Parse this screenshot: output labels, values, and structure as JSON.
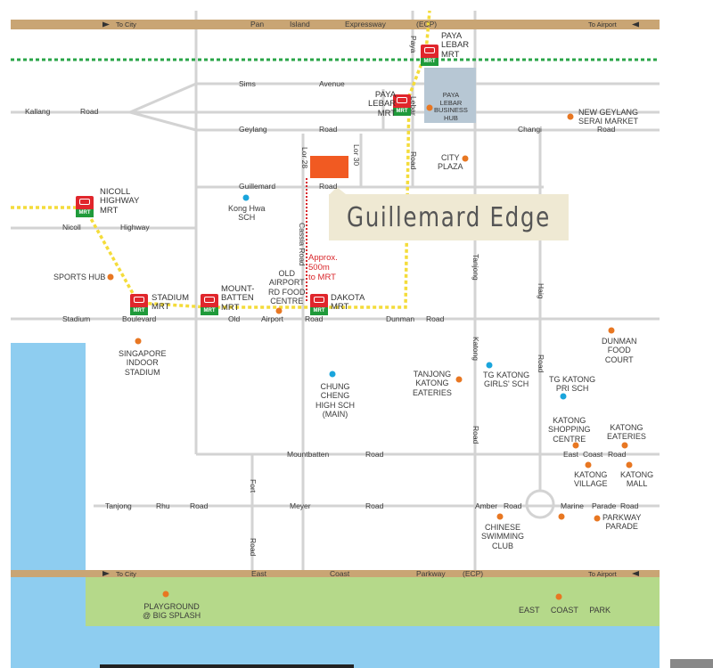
{
  "title": "Guillemard Edge",
  "expressways": {
    "pie": {
      "left": "To City",
      "name1": "Pan",
      "name2": "Island",
      "name3": "Expressway",
      "name4": "(ECP)",
      "right": "To Airport"
    },
    "ecp": {
      "left": "To City",
      "name1": "East",
      "name2": "Coast",
      "name3": "Parkway",
      "name4": "(ECP)",
      "right": "To Airport"
    }
  },
  "roads": {
    "sims_1": "Sims",
    "sims_2": "Avenue",
    "kallang_1": "Kallang",
    "kallang_2": "Road",
    "geylang_1": "Geylang",
    "geylang_2": "Road",
    "changi_1": "Changi",
    "changi_2": "Road",
    "guillemard_1": "Guillemard",
    "guillemard_2": "Road",
    "nicoll_1": "Nicoll",
    "nicoll_2": "Highway",
    "stadium_1": "Stadium",
    "stadium_2": "Boulevard",
    "oar_1": "Old",
    "oar_2": "Airport",
    "oar_3": "Road",
    "dunman_1": "Dunman",
    "dunman_2": "Road",
    "mountbatten_1": "Mountbatten",
    "mountbatten_2": "Road",
    "tanjong_rhu_1": "Tanjong",
    "tanjong_rhu_2": "Rhu",
    "tanjong_rhu_3": "Road",
    "meyer_1": "Meyer",
    "meyer_2": "Road",
    "amber_1": "Amber",
    "amber_2": "Road",
    "marine_1": "Marine",
    "marine_2": "Parade",
    "marine_3": "Road",
    "east_coast_1": "East",
    "east_coast_2": "Coast",
    "east_coast_3": "Road",
    "lor28": "Lor 28",
    "lor30": "Lor 30",
    "cassia": "Cassia Road",
    "paya_lebar_v1": "Paya",
    "paya_lebar_v2": "Lebar",
    "paya_lebar_v3": "Road",
    "tanjong_katong_1": "Tanjong",
    "tanjong_katong_2": "Katong",
    "tanjong_katong_3": "Road",
    "haig_1": "Haig",
    "haig_2": "Road",
    "fort_1": "Fort",
    "fort_2": "Road"
  },
  "stations": {
    "paya_lebar_top": "PAYA\nLEBAR\nMRT",
    "paya_lebar": "PAYA\nLEBAR\nMRT",
    "nicoll": "NICOLL\nHIGHWAY\nMRT",
    "stadium": "STADIUM\nMRT",
    "mountbatten": "MOUNT-\nBATTEN\nMRT",
    "dakota": "DAKOTA\nMRT",
    "mrt_badge": "MRT"
  },
  "poi": {
    "paya_lebar_hub": "PAYA\nLEBAR\nBUSINESS\nHUB",
    "new_geylang": "NEW GEYLANG\nSERAI MARKET",
    "city_plaza": "CITY\nPLAZA",
    "kong_hwa": "Kong Hwa\nSCH",
    "sports_hub": "SPORTS HUB",
    "oar_food": "OLD\nAIRPORT\nRD FOOD\nCENTRE",
    "singapore_indoor": "SINGAPORE\nINDOOR\nSTADIUM",
    "chung_cheng": "CHUNG\nCHENG\nHIGH SCH\n(MAIN)",
    "tanjong_katong_eateries": "TANJONG\nKATONG\nEATERIES",
    "tg_katong_girls": "TG KATONG\nGIRLS' SCH",
    "tg_katong_pri": "TG KATONG\nPRI SCH",
    "dunman_food": "DUNMAN\nFOOD\nCOURT",
    "katong_shopping": "KATONG\nSHOPPING\nCENTRE",
    "katong_eateries": "KATONG\nEATERIES",
    "katong_village": "KATONG\nVILLAGE",
    "katong_mall": "KATONG\nMALL",
    "parkway_parade": "PARKWAY\nPARADE",
    "chinese_swimming": "CHINESE\nSWIMMING\nCLUB",
    "playground": "PLAYGROUND\n@ BIG SPLASH",
    "east_coast_park": "EAST     COAST     PARK"
  },
  "distance_note": "Approx.\n500m\nto MRT",
  "colors": {
    "expressway": "#c9a574",
    "road": "#d3d3d3",
    "sea": "#8ecdf0",
    "park": "#b5d98a",
    "mrt_green": "#2aa548",
    "mrt_yellow": "#f4dc3a",
    "mrt_red": "#e0262c",
    "site": "#f15a22",
    "poi_orange": "#e87722",
    "school_blue": "#1aa5dc",
    "distance_red": "#d9252a",
    "banner_bg": "#efe9d3"
  }
}
